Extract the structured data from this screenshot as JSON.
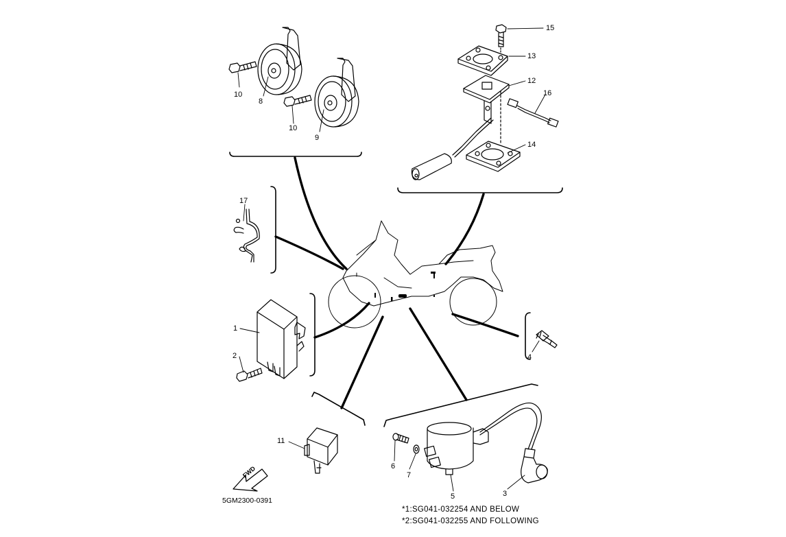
{
  "diagram_code": "5GM2300-0391",
  "fwd_arrow_label": "FWD",
  "footnotes": [
    "*1:SG041-032254 AND BELOW",
    "*2:SG041-032255 AND FOLLOWING"
  ],
  "parts": {
    "p1": "1",
    "p2": "2",
    "p3": "3",
    "p4": "4",
    "p5": "5",
    "p6": "6",
    "p7": "7",
    "p8": "8",
    "p9": "9",
    "p10a": "10",
    "p10b": "10",
    "p11": "11",
    "p12": "12",
    "p13": "13",
    "p14": "14",
    "p15": "15",
    "p16": "16",
    "p17": "17"
  }
}
